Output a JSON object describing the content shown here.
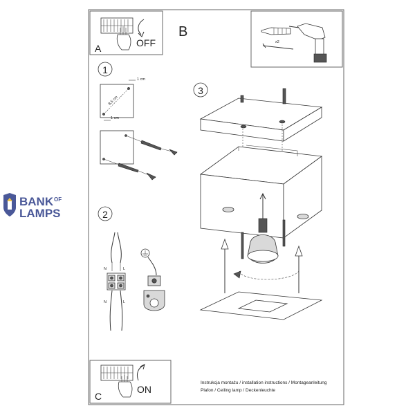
{
  "panel_a": {
    "label": "A",
    "state": "OFF"
  },
  "panel_b": {
    "label": "B",
    "count": "x2"
  },
  "step1": {
    "number": "1",
    "dim_top": "1 cm",
    "dim_diag": "8,5 cm",
    "dim_bottom": "1 cm"
  },
  "step2": {
    "number": "2",
    "wire_top_left": "N",
    "wire_top_right": "L",
    "wire_bottom_left": "N",
    "wire_bottom_right": "L"
  },
  "step3": {
    "number": "3"
  },
  "panel_c": {
    "label": "C",
    "state": "ON"
  },
  "caption": {
    "line1": "Instrukcja montażu / installation instructions / Montageanleitung",
    "line2": "Plafon / Ceiling lamp / Deckenleuchte"
  },
  "logo": {
    "word1": "BANK",
    "word_small": "OF",
    "word2": "LAMPS",
    "color": "#4a5898"
  }
}
